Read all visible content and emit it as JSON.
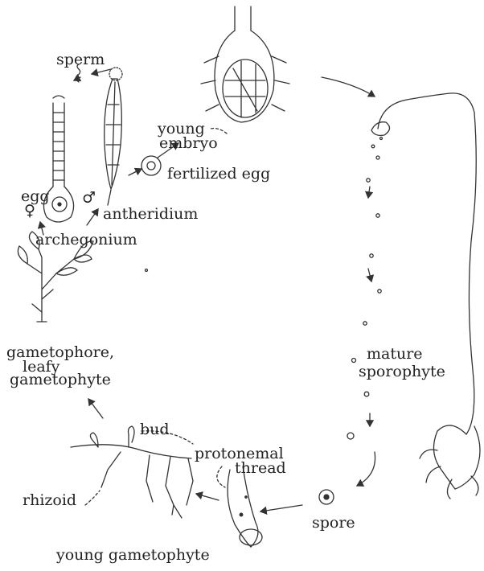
{
  "labels": {
    "sperm": "sperm",
    "egg": "egg",
    "female_symbol": "♀",
    "male_symbol": "♂",
    "antheridium": "antheridium",
    "archegonium": "archegonium",
    "young_embryo_1": "young",
    "young_embryo_2": "embryo",
    "fertilized_egg": "fertilized egg",
    "mature_sporophyte_1": "mature",
    "mature_sporophyte_2": "sporophyte",
    "gametophore_1": "gametophore,",
    "gametophore_2": "leafy",
    "gametophore_3": "gametophyte",
    "bud": "bud",
    "protonemal_1": "protonemal",
    "protonemal_2": "thread",
    "rhizoid": "rhizoid",
    "spore": "spore",
    "young_gametophyte": "young gametophyte"
  },
  "colors": {
    "ink": "#333333",
    "paper": "#ffffff"
  }
}
